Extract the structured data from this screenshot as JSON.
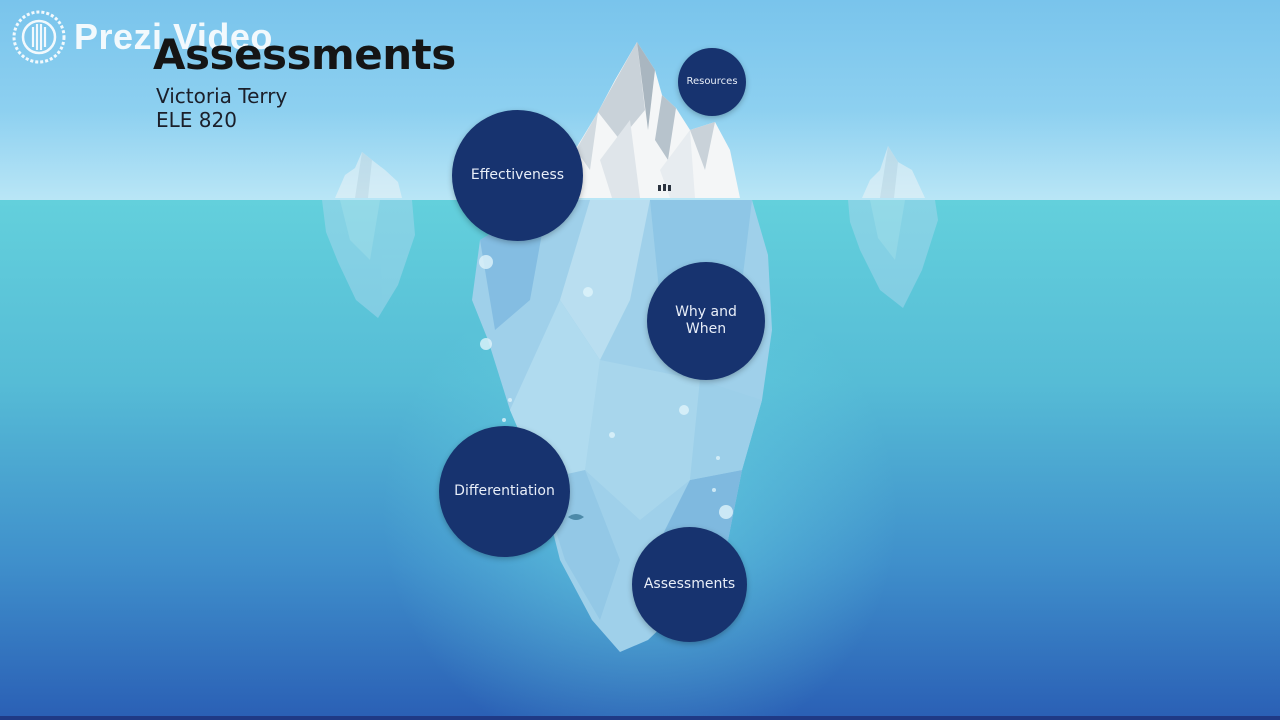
{
  "app": {
    "logo_text": "Prezi Video"
  },
  "slide": {
    "title": "Assessments",
    "author": "Victoria Terry",
    "course": "ELE 820"
  },
  "nodes": {
    "resources": "Resources",
    "effectiveness": "Effectiveness",
    "why_and_when": "Why and When",
    "differentiation": "Differentiation",
    "assessments": "Assessments"
  },
  "colors": {
    "node_fill": "#17336f",
    "sky": "#79c4ec",
    "sea_top": "#63d0dc",
    "sea_bottom": "#2a5fb5"
  },
  "icons": {
    "logo": "prezi-logo-icon",
    "iceberg": "iceberg-illustration-icon"
  }
}
